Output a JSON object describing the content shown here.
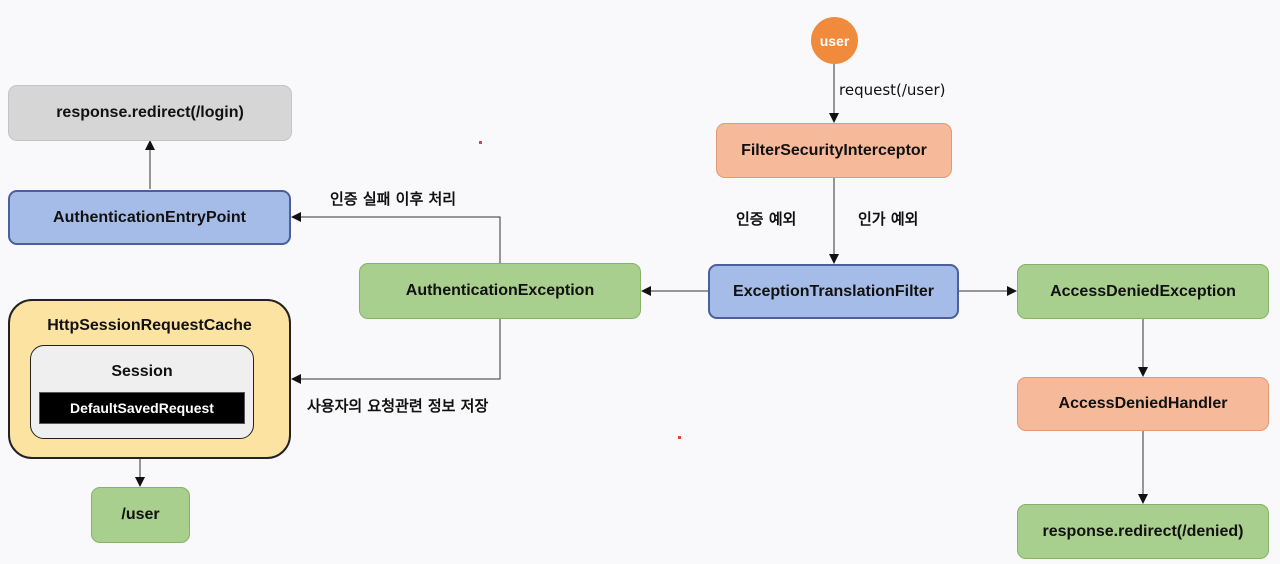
{
  "nodes": {
    "user": "user",
    "filter_security_interceptor": "FilterSecurityInterceptor",
    "exception_translation_filter": "ExceptionTranslationFilter",
    "authentication_exception": "AuthenticationException",
    "authentication_entry_point": "AuthenticationEntryPoint",
    "response_redirect_login": "response.redirect(/login)",
    "http_session_request_cache": "HttpSessionRequestCache",
    "session": "Session",
    "default_saved_request": "DefaultSavedRequest",
    "user_path": "/user",
    "access_denied_exception": "AccessDeniedException",
    "access_denied_handler": "AccessDeniedHandler",
    "response_redirect_denied": "response.redirect(/denied)"
  },
  "edge_labels": {
    "request_user": "request(/user)",
    "authentication_exception": "인증 예외",
    "authorization_exception": "인가 예외",
    "after_auth_failure": "인증 실패 이후 처리",
    "save_request_info": "사용자의 요청관련 정보 저장"
  },
  "colors": {
    "green": "#a9cf8e",
    "orange": "#f6b999",
    "blue": "#a6bce8",
    "gray": "#d6d6d6",
    "cache_yellow": "#fce3a2",
    "user_circle": "#f08a3c"
  }
}
